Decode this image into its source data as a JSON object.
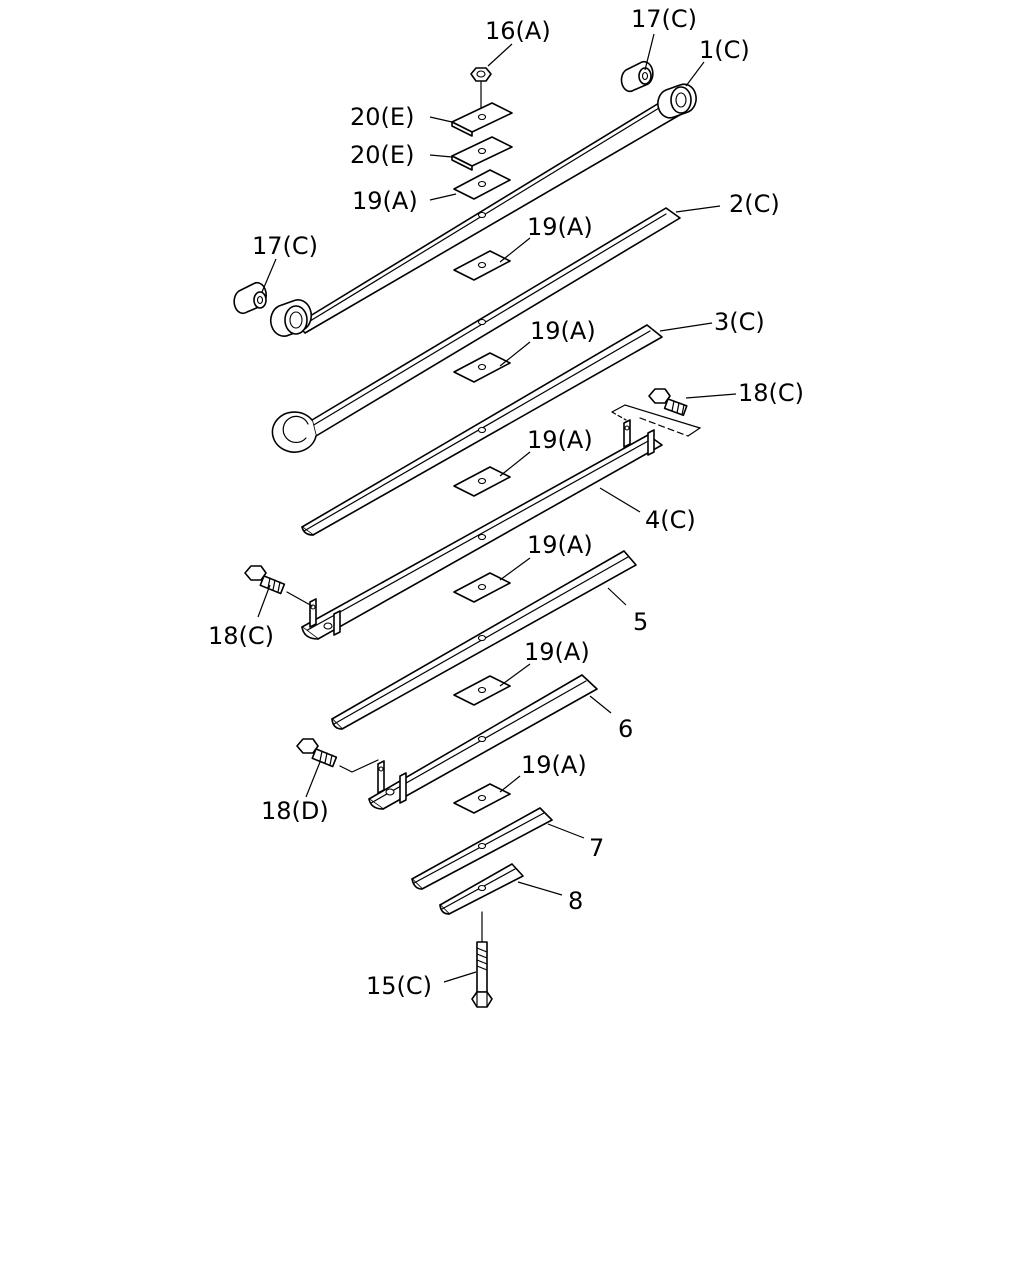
{
  "labels": {
    "p16a": "16(A)",
    "p17c_top": "17(C)",
    "p1c": "1(C)",
    "p20e_1": "20(E)",
    "p20e_2": "20(E)",
    "p19a_1": "19(A)",
    "p2c": "2(C)",
    "p17c_left": "17(C)",
    "p19a_2": "19(A)",
    "p3c": "3(C)",
    "p19a_3": "19(A)",
    "p18c_right": "18(C)",
    "p19a_4": "19(A)",
    "p4c": "4(C)",
    "p19a_5": "19(A)",
    "p5": "5",
    "p18c_left": "18(C)",
    "p19a_6": "19(A)",
    "p6": "6",
    "p18d": "18(D)",
    "p19a_7": "19(A)",
    "p7": "7",
    "p8": "8",
    "p15c": "15(C)"
  }
}
